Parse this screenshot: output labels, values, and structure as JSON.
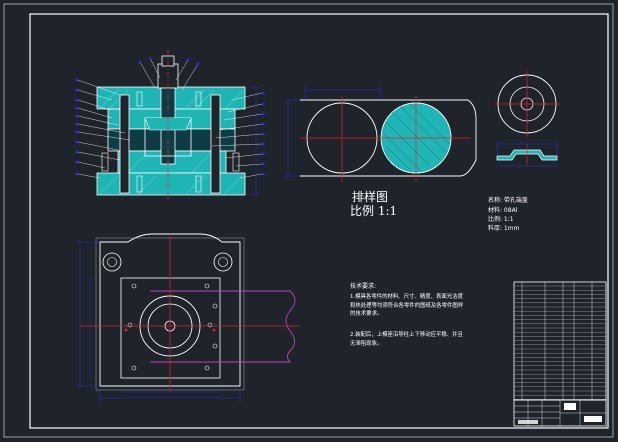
{
  "layout_title": "排样图",
  "layout_scale": "比例 1:1",
  "part_info": {
    "name": "名称: 带孔端盖",
    "material": "材料: 08Al",
    "scale": "比例: 1:1",
    "thickness": "料厚: 1mm"
  },
  "tech_requirements": {
    "heading": "技术要求:",
    "line1": "1.模具各零件的材料、尺寸、精度、表面光洁度和热处理等均须符合各零件的图纸及各零件图样的技术要求。",
    "line2": "2.装配后，上模座沿导柱上下移动应平稳、并且无滞阻现象。"
  },
  "colors": {
    "background": "#1f232a",
    "line": "#ffffff",
    "section_fill": "#1fb5b5",
    "centerline": "#e8202a",
    "dimension": "#2a2af0",
    "magenta": "#c040c0"
  }
}
